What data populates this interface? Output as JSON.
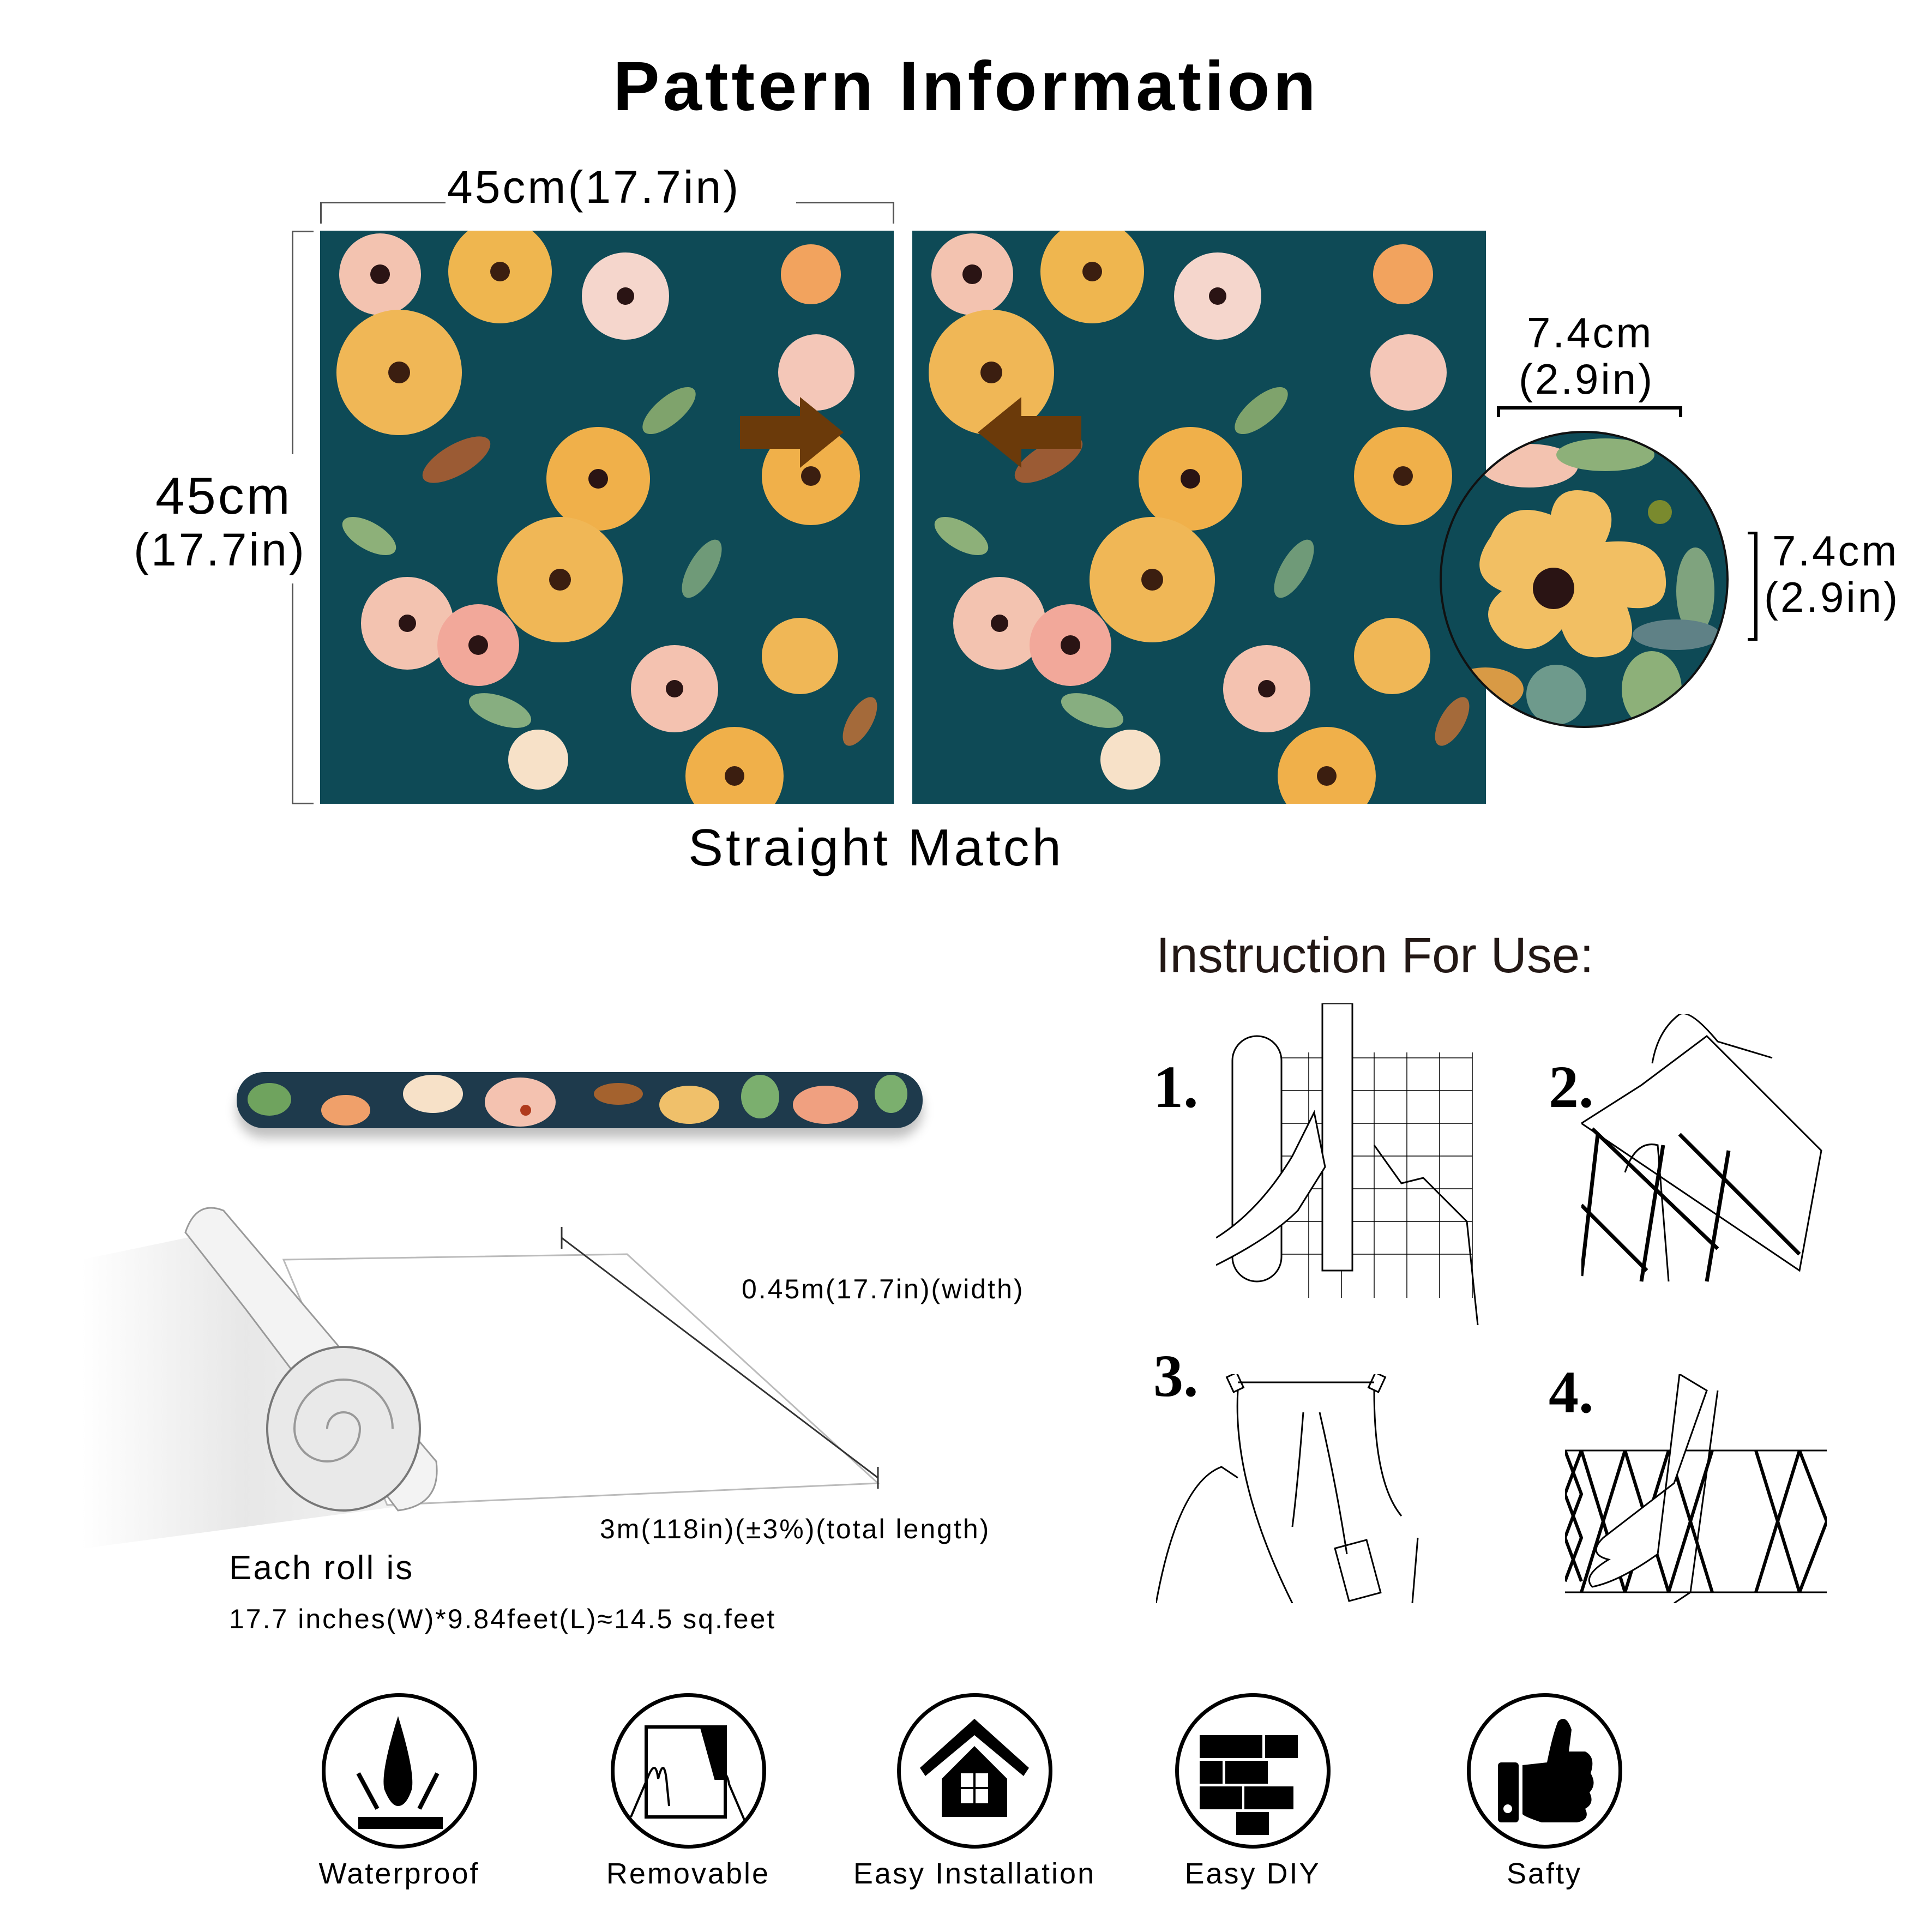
{
  "header": {
    "title": "Pattern Information"
  },
  "pattern": {
    "width_label": "45cm(17.7in)",
    "height_label_cm": "45cm",
    "height_label_in": "(17.7in)",
    "match_type": "Straight Match",
    "background_color": "#0E4A56",
    "arrow_color": "#6B3A0A",
    "repeat": {
      "width_cm": "7.4cm",
      "width_in": "(2.9in)",
      "height_cm": "7.4cm",
      "height_in": "(2.9in)"
    }
  },
  "roll": {
    "width_label": "0.45m(17.7in)(width)",
    "length_label": "3m(118in)(±3%)(total length)",
    "summary_title": "Each roll is",
    "summary_detail": "17.7 inches(W)*9.84feet(L)≈14.5 sq.feet"
  },
  "instructions": {
    "title": "Instruction For Use:",
    "steps": [
      {
        "number": "1.",
        "icon": "measure-and-cut-icon"
      },
      {
        "number": "2.",
        "icon": "peel-backing-icon"
      },
      {
        "number": "3.",
        "icon": "apply-and-smooth-icon"
      },
      {
        "number": "4.",
        "icon": "press-flat-icon"
      }
    ]
  },
  "features": [
    {
      "label": "Waterproof",
      "icon": "water-drop-icon"
    },
    {
      "label": "Removable",
      "icon": "peel-off-icon"
    },
    {
      "label": "Easy Installation",
      "icon": "house-icon"
    },
    {
      "label": "Easy DIY",
      "icon": "bricks-icon"
    },
    {
      "label": "Safty",
      "icon": "thumbs-up-icon"
    }
  ]
}
